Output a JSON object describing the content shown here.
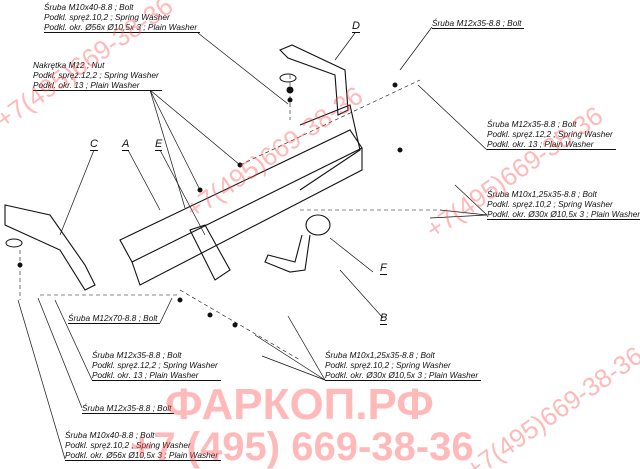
{
  "letters": {
    "a": "A",
    "b": "B",
    "c": "C",
    "d": "D",
    "e": "E",
    "f": "F"
  },
  "labels": {
    "top_left": [
      "Śruba M10x40-8.8 ;  Bolt",
      "Podkl. spręż.10,2 ; Spring Washer",
      "Podkl. okr. Ø56x Ø10,5x 3 ; Plain Washer"
    ],
    "nut": [
      "Nakrętka  M12 ; Nut",
      "Podkl. spręż.12,2 ; Spring Washer",
      "Podkl. okr. 13 ; Plain Washer"
    ],
    "top_right_bolt": [
      "Śruba M12x35-8.8 ;  Bolt"
    ],
    "right_m12": [
      "Śruba M12x35-8.8 ;  Bolt",
      "Podkl. spręż.12,2 ; Spring Washer",
      "Podkl. okr. 13 ; Plain Washer"
    ],
    "right_m10": [
      "Śruba M10x1,25x35-8.8 ;  Bolt",
      "Podkl. spręż.10,2 ; Spring Washer",
      "Podkl. okr. Ø30x Ø10,5x 3 ; Plain Washer"
    ],
    "m12x70": [
      "Śruba M12x70-8.8 ;  Bolt"
    ],
    "left_m12": [
      "Śruba M12x35-8.8 ;  Bolt",
      "Podkl. spręż.12,2 ; Spring Washer",
      "Podkl. okr. 13 ; Plain Washer"
    ],
    "left_bolt": [
      "Śruba M12x35-8.8 ;  Bolt"
    ],
    "bottom_left": [
      "Śruba M10x40-8.8 ;  Bolt",
      "Podkl. spręż.10,2 ; Spring Washer",
      "Podkl. okr. Ø56x Ø10,5x 3 ; Plain Washer"
    ],
    "bottom_mid": [
      "Śruba M10x1,25x35-8.8 ;  Bolt",
      "Podkl. spręż.10,2 ; Spring Washer",
      "Podkl. okr. Ø30x Ø10,5x 3 ; Plain Washer"
    ]
  },
  "watermark": {
    "brand": "ФАРКОП.РФ",
    "phone": "+7 (495) 669-38-36",
    "phone_diag": "+7(495)669-38-36",
    "color": "#ff4646"
  }
}
